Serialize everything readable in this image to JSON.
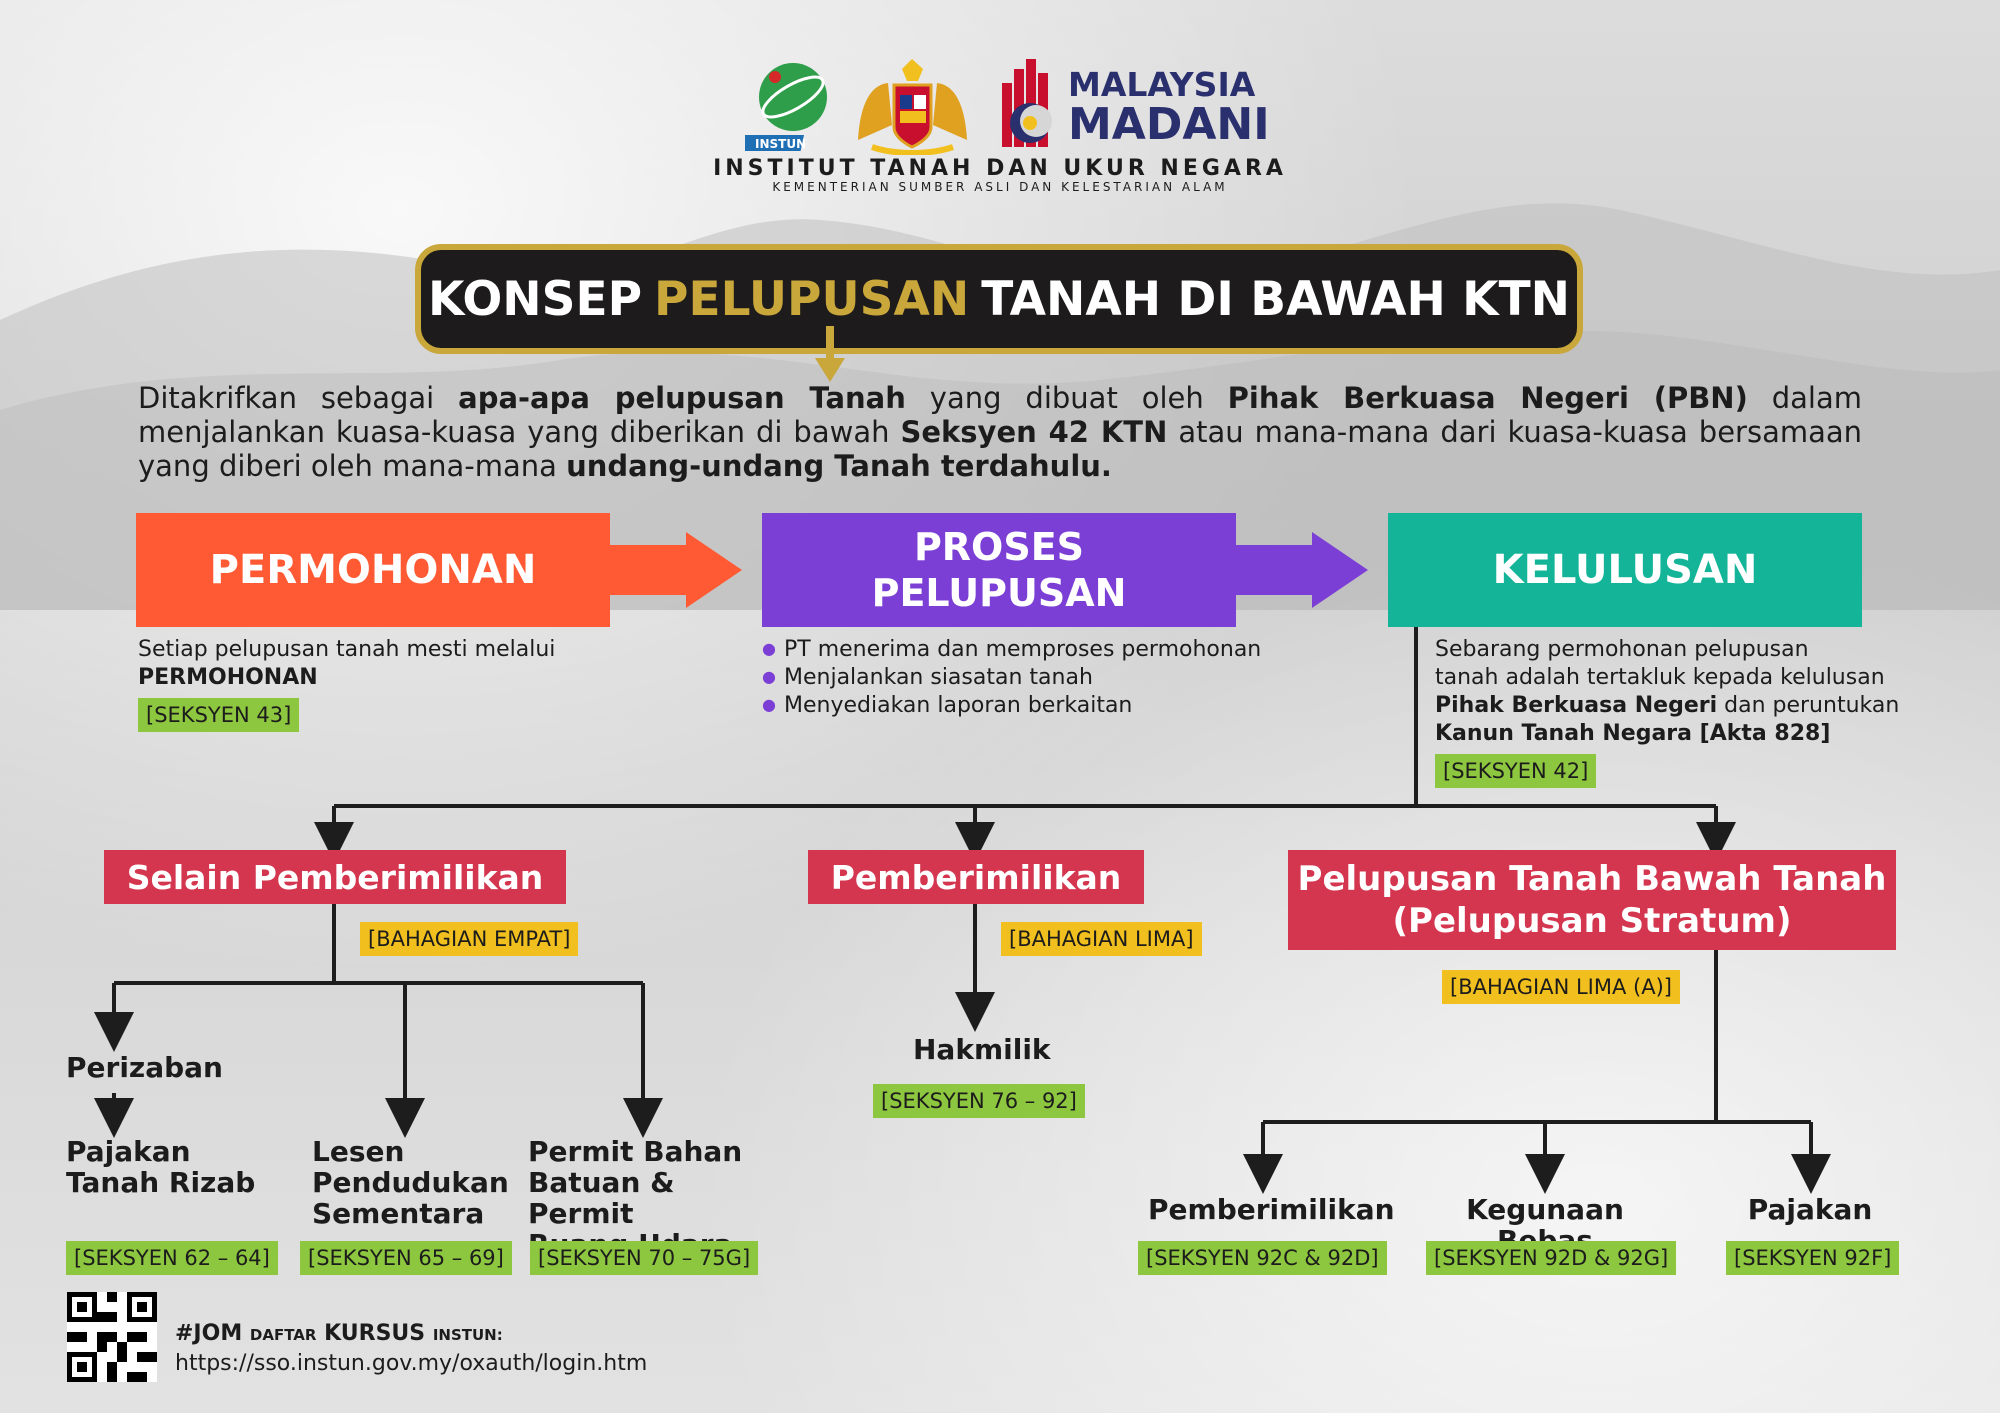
{
  "header": {
    "instun_logo_text": "INSTUN",
    "madani_logo": {
      "line1": "MALAYSIA",
      "line2": "MADANI"
    },
    "org_name": "INSTITUT TANAH DAN UKUR NEGARA",
    "org_sub": "KEMENTERIAN SUMBER ASLI DAN KELESTARIAN ALAM"
  },
  "title": {
    "part1": "KONSEP",
    "highlight": "PELUPUSAN",
    "part2": "TANAH DI BAWAH KTN"
  },
  "intro": {
    "t1": "Ditakrifkan sebagai ",
    "b1": "apa-apa pelupusan Tanah",
    "t2": " yang dibuat oleh ",
    "b2": "Pihak Berkuasa Negeri (PBN)",
    "t3": " dalam menjalankan kuasa-kuasa yang diberikan di bawah ",
    "b3": "Seksyen 42 KTN",
    "t4": " atau mana-mana dari kuasa-kuasa bersamaan yang diberi oleh mana-mana ",
    "b4": "undang-undang Tanah terdahulu."
  },
  "process": {
    "permohonan": {
      "label": "PERMOHONAN",
      "desc_line": "Setiap pelupusan tanah mesti melalui",
      "desc_bold": "PERMOHONAN",
      "tag": "[SEKSYEN 43]"
    },
    "proses": {
      "label_line1": "PROSES",
      "label_line2": "PELUPUSAN",
      "bullets": [
        "PT menerima dan memproses permohonan",
        "Menjalankan siasatan tanah",
        "Menyediakan laporan berkaitan"
      ]
    },
    "kelulusan": {
      "label": "KELULUSAN",
      "line1": "Sebarang permohonan pelupusan",
      "line2": "tanah adalah tertakluk kepada kelulusan",
      "bold1": "Pihak Berkuasa Negeri",
      "line3": " dan peruntukan",
      "bold2": "Kanun Tanah Negara [Akta 828]",
      "tag": "[SEKSYEN 42]"
    }
  },
  "categories": {
    "selain": {
      "label": "Selain Pemberimilikan",
      "tag": "[BAHAGIAN EMPAT]",
      "perizaban": "Perizaban",
      "leaves": [
        {
          "line1": "Pajakan",
          "line2": "Tanah Rizab",
          "line3": "",
          "tag": "[SEKSYEN 62 – 64]"
        },
        {
          "line1": "Lesen",
          "line2": "Pendudukan",
          "line3": "Sementara",
          "tag": "[SEKSYEN 65 – 69]"
        },
        {
          "line1": "Permit Bahan",
          "line2": "Batuan & Permit",
          "line3": "Ruang Udara",
          "tag": "[SEKSYEN 70 – 75G]"
        }
      ]
    },
    "pemberimilikan": {
      "label": "Pemberimilikan",
      "tag": "[BAHAGIAN LIMA]",
      "leaf": "Hakmilik",
      "leaf_tag": "[SEKSYEN 76 – 92]"
    },
    "stratum": {
      "label_line1": "Pelupusan Tanah Bawah Tanah",
      "label_line2": "(Pelupusan Stratum)",
      "tag": "[BAHAGIAN LIMA (A)]",
      "leaves": [
        {
          "label": "Pemberimilikan",
          "tag": "[SEKSYEN 92C & 92D]"
        },
        {
          "label": "Kegunaan Bebas",
          "tag": "[SEKSYEN 92D & 92G]"
        },
        {
          "label": "Pajakan",
          "tag": "[SEKSYEN 92F]"
        }
      ]
    }
  },
  "footer": {
    "jom": "#JOM",
    "daftar": "DAFTAR",
    "kursus": "KURSUS",
    "instun": "INSTUN:",
    "url": "https://sso.instun.gov.my/oxauth/login.htm"
  },
  "colors": {
    "permohonan": "#ff5a34",
    "proses": "#7c3fd6",
    "kelulusan": "#13b497",
    "category": "#d4354f",
    "tag_green": "#8dc63f",
    "tag_yellow": "#f2c01e",
    "title_gold": "#c9a73a"
  }
}
